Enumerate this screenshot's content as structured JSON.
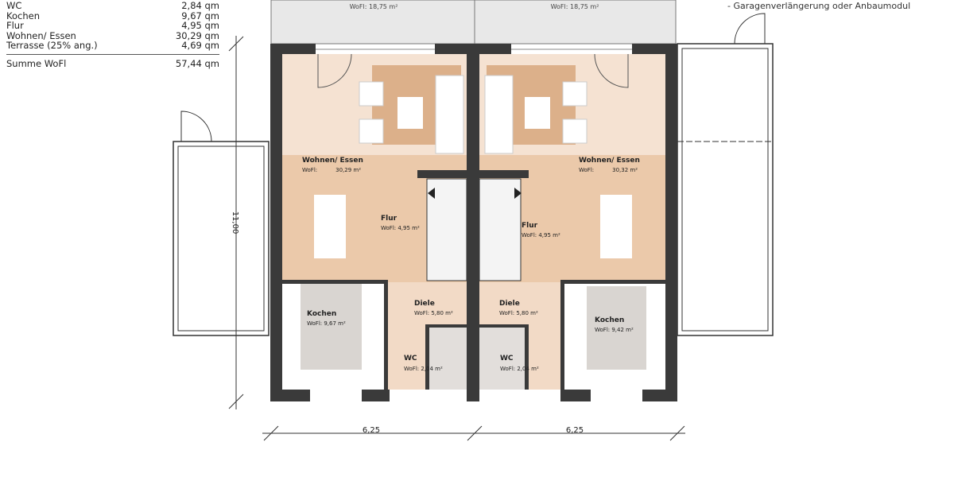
{
  "area_summary": {
    "rows": [
      {
        "label": "WC",
        "value": "2,84 qm"
      },
      {
        "label": "Kochen",
        "value": "9,67 qm"
      },
      {
        "label": "Flur",
        "value": "4,95 qm"
      },
      {
        "label": "Wohnen/ Essen",
        "value": "30,29 qm"
      },
      {
        "label": "Terrasse (25% ang.)",
        "value": "4,69 qm"
      }
    ],
    "total": {
      "label": "Summe WoFl",
      "value": "57,44 qm"
    }
  },
  "note": "- Garagenverlängerung oder Anbaumodul",
  "terrace": {
    "left_area": "WoFl: 18,75 m²",
    "right_area": "WoFl: 18,75 m²"
  },
  "rooms_left": {
    "living": {
      "name": "Wohnen/ Essen",
      "label": "WoFl:",
      "area": "30,29 m²"
    },
    "hall": {
      "name": "Flur",
      "area": "WoFl: 4,95 m²"
    },
    "entry": {
      "name": "Diele",
      "area": "WoFl: 5,80 m²"
    },
    "kitchen": {
      "name": "Kochen",
      "area": "WoFl: 9,67 m²"
    },
    "wc": {
      "name": "WC",
      "area": "WoFl: 2,04 m²"
    }
  },
  "rooms_right": {
    "living": {
      "name": "Wohnen/ Essen",
      "label": "WoFl:",
      "area": "30,32 m²"
    },
    "hall": {
      "name": "Flur",
      "area": "WoFl: 4,95 m²"
    },
    "entry": {
      "name": "Diele",
      "area": "WoFl: 5,80 m²"
    },
    "kitchen": {
      "name": "Kochen",
      "area": "WoFl: 9,42 m²"
    },
    "wc": {
      "name": "WC",
      "area": "WoFl: 2,04 m²"
    }
  },
  "dimensions": {
    "depth": "11,00",
    "width_left": "6,25",
    "width_right": "6,25"
  },
  "colors": {
    "wall": "#3a3a3a",
    "living_light": "#f5e2d2",
    "living": "#ebc9aa",
    "rug": "#dcb08a",
    "tile": "#d9d5d1",
    "terrace": "#e6e6e6"
  }
}
